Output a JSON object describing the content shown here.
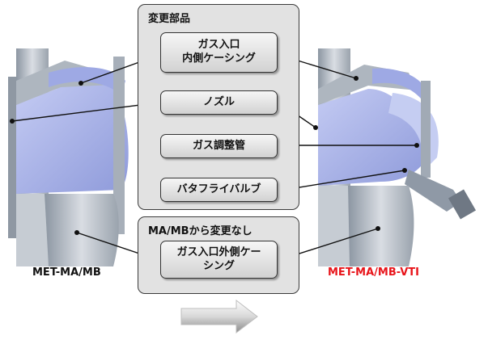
{
  "changed_section": {
    "title": "変更部品",
    "parts": [
      "ガス入口\n内側ケーシング",
      "ノズル",
      "ガス調整管",
      "バタフライバルブ"
    ]
  },
  "unchanged_section": {
    "title": "MA/MBから変更なし",
    "parts": [
      "ガス入口外側ケー\nシング"
    ]
  },
  "left_model": {
    "label": "MET-MA/MB",
    "color": "#111111"
  },
  "right_model": {
    "label": "MET-MA/MB-VTI",
    "color": "#e8141a"
  },
  "colors": {
    "casing_blue": "#aab4e6",
    "metal_gray": "#b9c0c8"
  }
}
